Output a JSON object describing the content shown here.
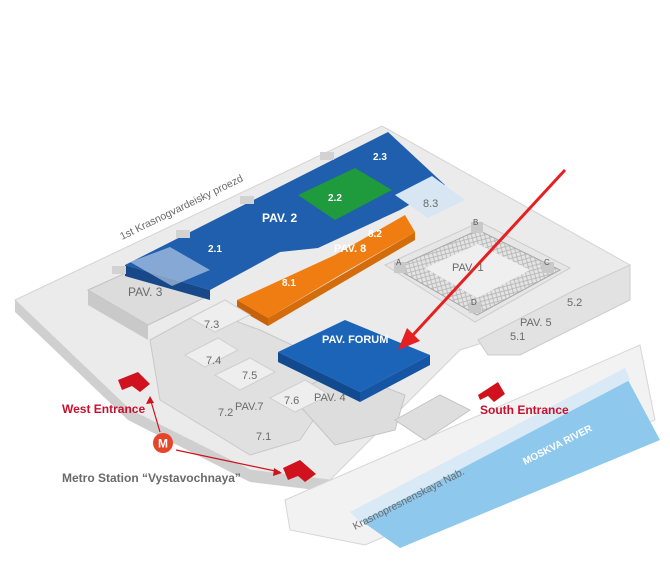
{
  "streets": {
    "north": "1st Krasnogvardeisky proezd",
    "south": "Krasnopresnenskaya Nab."
  },
  "river": "MOSKVA RIVER",
  "pavilions": {
    "pav2": "PAV. 2",
    "pav3": "PAV. 3",
    "pav8": "PAV. 8",
    "pav1": "PAV. 1",
    "pav4": "PAV. 4",
    "pav5": "PAV. 5",
    "pav7": "PAV.7",
    "forum": "PAV. FORUM"
  },
  "halls": {
    "h2_1": "2.1",
    "h2_2": "2.2",
    "h2_3": "2.3",
    "h8_1": "8.1",
    "h8_2": "8.2",
    "h8_3": "8.3",
    "h7_1": "7.1",
    "h7_2": "7.2",
    "h7_3": "7.3",
    "h7_4": "7.4",
    "h7_5": "7.5",
    "h7_6": "7.6",
    "h5_1": "5.1",
    "h5_2": "5.2"
  },
  "pav1_towers": [
    "A",
    "B",
    "C",
    "D"
  ],
  "entrances": {
    "west": "West Entrance",
    "south": "South Entrance"
  },
  "metro": {
    "logo_letter": "M",
    "label": "Metro Station “Vystavochnaya”"
  },
  "colors": {
    "pav2_blue": "#1f5fae",
    "forum_blue": "#1b64b8",
    "pav8_orange": "#f07d12",
    "hall22_green": "#1f9a3c",
    "hall83_lightblue": "#d8e6f4",
    "ground_gray": "#e6e6e6",
    "river_blue": "#8ec8ec",
    "entrance_red": "#d0121f"
  }
}
